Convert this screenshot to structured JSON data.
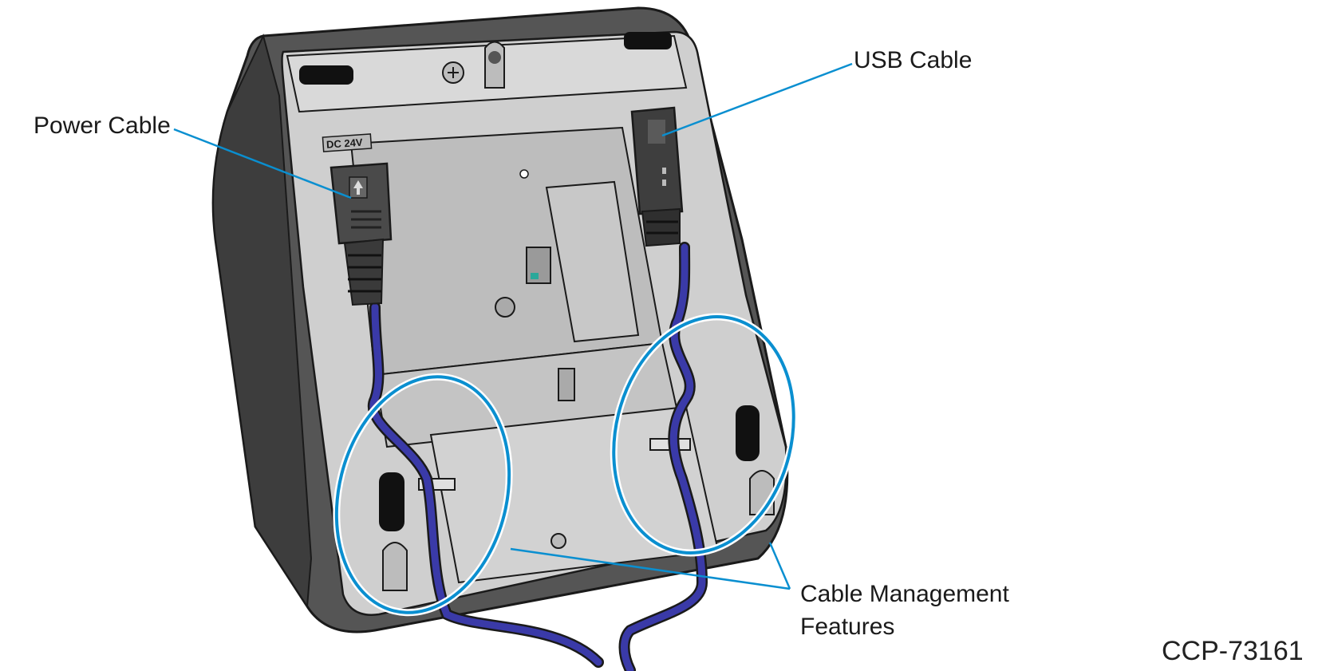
{
  "callouts": {
    "power_cable": "Power Cable",
    "usb_cable": "USB Cable",
    "cable_management_line1": "Cable Management",
    "cable_management_line2": "Features"
  },
  "port_label": "DC 24V",
  "figure_code": "CCP-73161",
  "colors": {
    "callout_line": "#0a8fd0",
    "cable": "#3a3aa8",
    "housing_dark": "#4a4a4a",
    "housing_inner": "#c9c9c9",
    "housing_mid": "#9a9a9a",
    "background": "#ffffff"
  }
}
